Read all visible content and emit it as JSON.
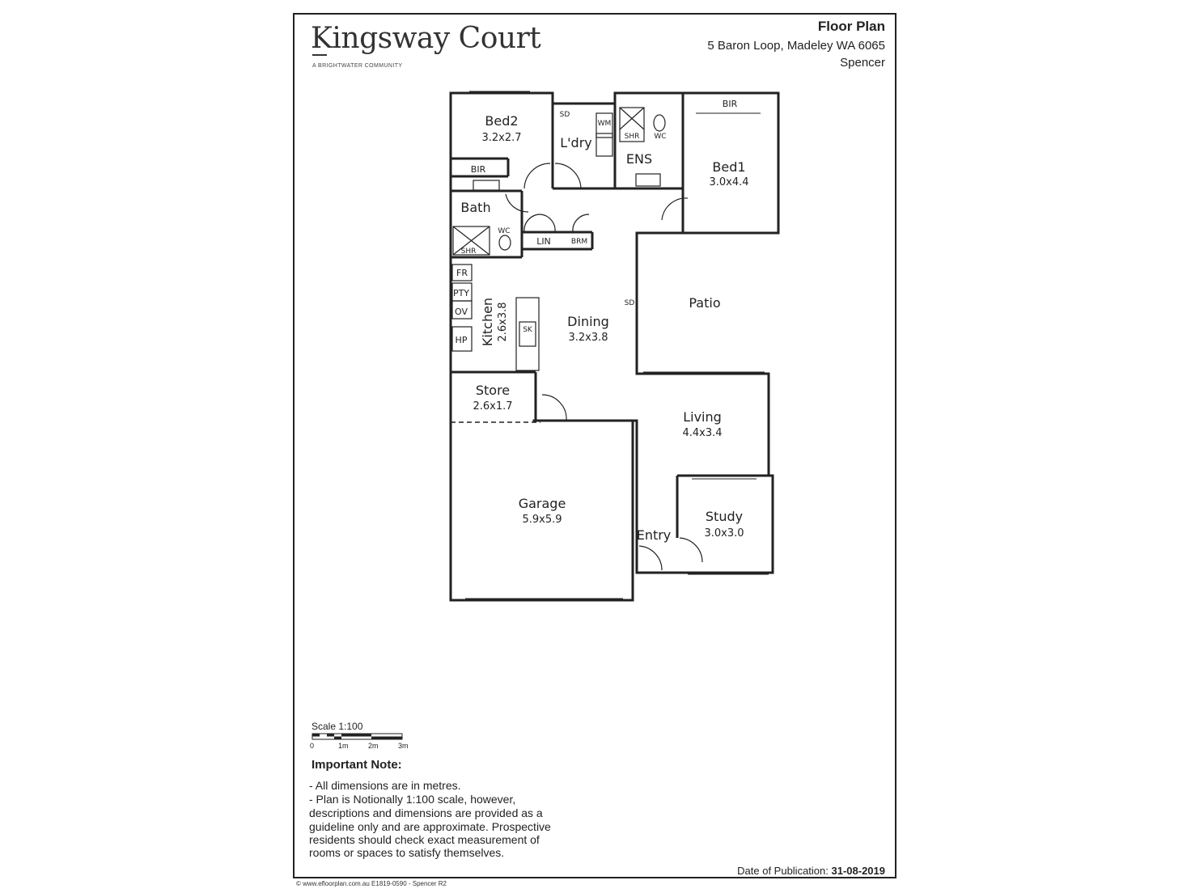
{
  "brand": {
    "name": "Kingsway Court",
    "tagline": "A BRIGHTWATER COMMUNITY"
  },
  "header": {
    "title": "Floor Plan",
    "address": "5 Baron Loop, Madeley WA 6065",
    "model": "Spencer"
  },
  "rooms": {
    "bed2": {
      "name": "Bed2",
      "dim": "3.2x2.7"
    },
    "bed1": {
      "name": "Bed1",
      "dim": "3.0x4.4"
    },
    "laundry": {
      "name": "L'dry"
    },
    "ensuite": {
      "name": "ENS"
    },
    "bath": {
      "name": "Bath"
    },
    "kitchen": {
      "name": "Kitchen",
      "dim": "2.6x3.8"
    },
    "dining": {
      "name": "Dining",
      "dim": "3.2x3.8"
    },
    "patio": {
      "name": "Patio"
    },
    "store": {
      "name": "Store",
      "dim": "2.6x1.7"
    },
    "living": {
      "name": "Living",
      "dim": "4.4x3.4"
    },
    "garage": {
      "name": "Garage",
      "dim": "5.9x5.9"
    },
    "study": {
      "name": "Study",
      "dim": "3.0x3.0"
    },
    "entry": {
      "name": "Entry"
    }
  },
  "fixtures": {
    "bir_bed1": "BIR",
    "bir_bed2": "BIR",
    "lin": "LIN",
    "brm": "BRM",
    "wc_ens": "WC",
    "wc_bath": "WC",
    "shr_ens": "SHR",
    "shr_bath": "SHR",
    "wm": "WM",
    "sd_laundry": "SD",
    "sd_dining": "SD",
    "fr": "FR",
    "pty": "PTY",
    "ov": "OV",
    "hp": "HP",
    "sk": "SK"
  },
  "scale": {
    "label": "Scale 1:100",
    "ticks": [
      "0",
      "1m",
      "2m",
      "3m"
    ]
  },
  "note": {
    "title": "Important Note:",
    "lines": [
      "- All dimensions are in metres.",
      "- Plan is Notionally 1:100 scale, however,",
      "descriptions and dimensions are provided as a",
      "guideline only and are approximate. Prospective",
      "residents should check exact measurement of",
      "rooms or spaces to satisfy themselves."
    ]
  },
  "publication": {
    "label": "Date of Publication:",
    "date": "31-08-2019"
  },
  "copyright": "© www.efloorplan.com.au E1819-0590 - Spencer R2"
}
